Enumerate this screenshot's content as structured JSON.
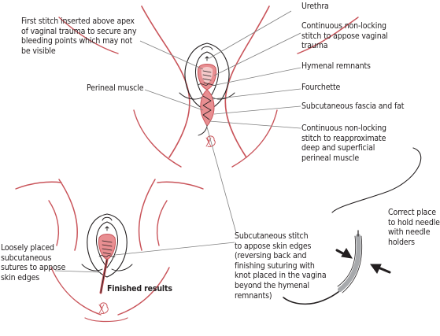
{
  "labels": {
    "first_stitch": "First stitch inserted above apex\nof vaginal trauma to secure any\nbleeding points which may not\nbe visible",
    "urethra": "Urethra",
    "continuous_vaginal": "Continuous non-locking\nstitch to appose vaginal\ntrauma",
    "hymenal_remnants": "Hymenal remnants",
    "perineal_muscle": "Perineal muscle",
    "fourchette": "Fourchette",
    "subcutaneous_fascia": "Subcutaneous fascia and fat",
    "continuous_perineal": "Continuous non-locking\nstitch to reapproximate\ndeep and superficial\nperineal muscle",
    "loosely_placed": "Loosely placed\nsubcutaneous\nsutures to appose\nskin edges",
    "finished_results": "Finished results",
    "subcutaneous_stitch": "Subcutaneous stitch\nto appose skin edges\n(reversing back and\nfinishing suturing with\nknot placed in the vagina\nbeyond the hymenal\nremnants)",
    "correct_place": "Correct place\nto hold needle\nwith needle\nholders"
  },
  "colors": {
    "outline_red": "#c9545a",
    "fill_pink": "#e88e91",
    "fill_light_pink": "#f4c9c9",
    "ink": "#231f20",
    "leader_gray": "#7f7f7f",
    "needle_gray": "#a7a9ac"
  }
}
